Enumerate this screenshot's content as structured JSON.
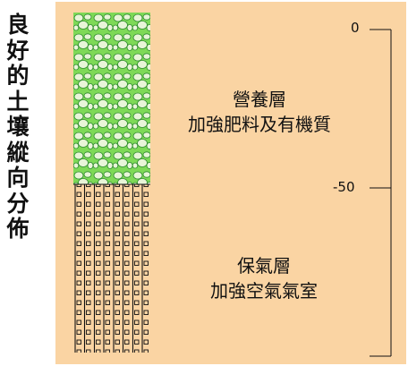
{
  "title": "良好的土壤縱向分佈",
  "upper_layer": {
    "line1": "營養層",
    "line2": "加強肥料及有機質",
    "fill_color": "#7ED957"
  },
  "lower_layer": {
    "line1": "保氣層",
    "line2": "加強空氣氣室",
    "fill_color": "#FAD4A3"
  },
  "scale": {
    "top_tick": "0",
    "mid_tick": "-50"
  },
  "colors": {
    "background": "#FAD4A3"
  }
}
